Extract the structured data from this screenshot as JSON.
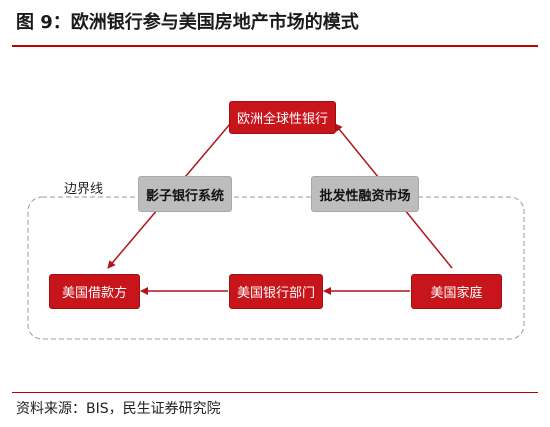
{
  "title": "图 9：欧洲银行参与美国房地产市场的模式",
  "boundary_label": "边界线",
  "nodes": {
    "european_global_banks": "欧洲全球性银行",
    "shadow_banking": "影子银行系统",
    "wholesale_funding_market": "批发性融资市场",
    "us_borrowers": "美国借款方",
    "us_banks": "美国银行部门",
    "us_households": "美国家庭"
  },
  "colors": {
    "accent_red": "#c8151b",
    "node_gray": "#bdbdbd",
    "arrow_red": "#b0141a",
    "boundary_gray": "#9a9a9a"
  },
  "source": "资料来源：BIS，民生证券研究院"
}
